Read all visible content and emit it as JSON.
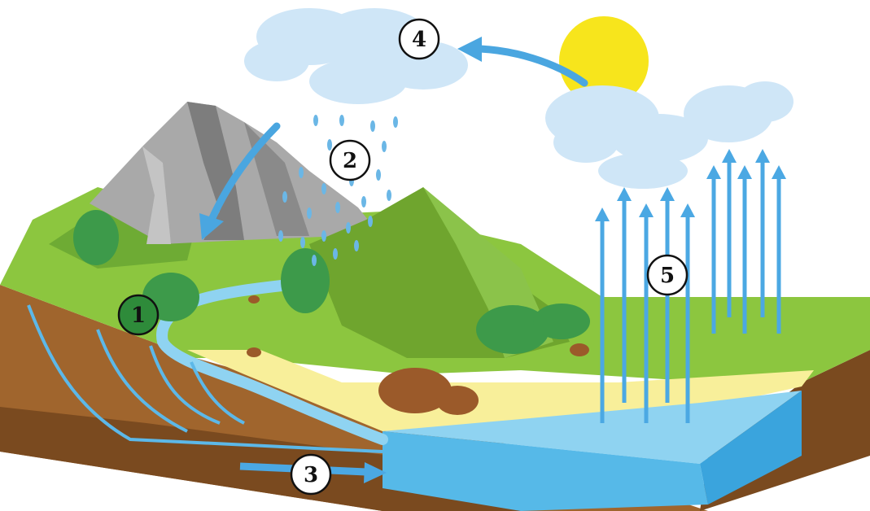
{
  "labels": {
    "one": "1",
    "two": "2",
    "three": "3",
    "four": "4",
    "five": "5"
  },
  "colors": {
    "sky_cloud": "#cfe6f7",
    "sun": "#f7e51c",
    "grass": "#8cc63f",
    "soil": "#a0652d",
    "deep_soil": "#7a4a1f",
    "sand": "#f8ef9a",
    "water": "#8fd3f1",
    "water_side": "#3aa4dd",
    "arrow": "#4aa6e0",
    "mountain_grey": "#a9a9a9",
    "tree": "#3d9a4a"
  },
  "icons": [
    "sun-icon",
    "cloud-icon",
    "raindrop-icon",
    "tree-icon",
    "rock-icon",
    "arrow-icon"
  ]
}
